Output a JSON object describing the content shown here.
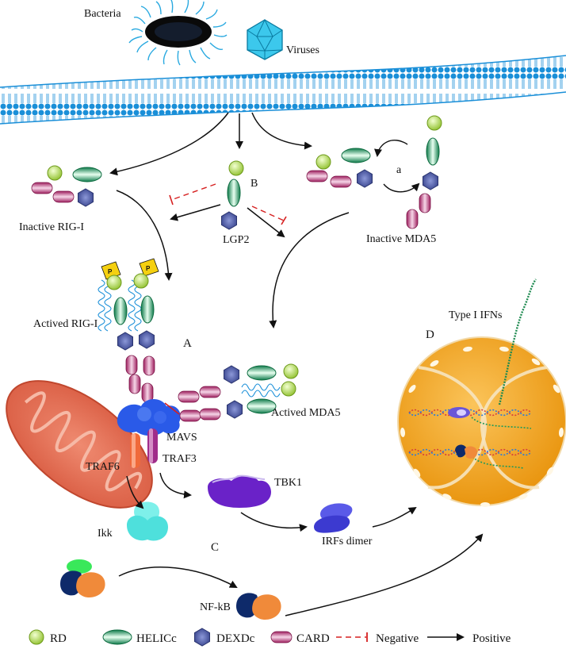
{
  "labels": {
    "bacteria": "Bacteria",
    "viruses": "Viruses",
    "inactive_rig": "Inactive RIG-I",
    "lgp2": "LGP2",
    "b": "B",
    "a_small": "a",
    "inactive_mda5": "Inactive MDA5",
    "actived_rig": "Actived RIG-I",
    "a_big": "A",
    "actived_mda5": "Actived MDA5",
    "mavs": "MAVS",
    "traf6": "TRAF6",
    "traf3": "TRAF3",
    "tbk1": "TBK1",
    "ikk": "Ikk",
    "c": "C",
    "irfs": "IRFs dimer",
    "nfkb": "NF-kB",
    "d": "D",
    "ifn": "Type I IFNs",
    "p": "P"
  },
  "legend": {
    "rd": "RD",
    "helic": "HELICc",
    "dexd": "DEXDc",
    "card": "CARD",
    "negative": "Negative",
    "positive": "Positive"
  },
  "colors": {
    "membrane": "#1a8fd8",
    "rd": "#9ccc3c",
    "helic": "#1ea36a",
    "dexd": "#3f4c9a",
    "card": "#b52a6e",
    "mito": "#e8735a",
    "nucleus": "#f5a81c",
    "tbk1": "#6a22c8",
    "ikk": "#5ee6e0",
    "negative": "#d62020"
  }
}
